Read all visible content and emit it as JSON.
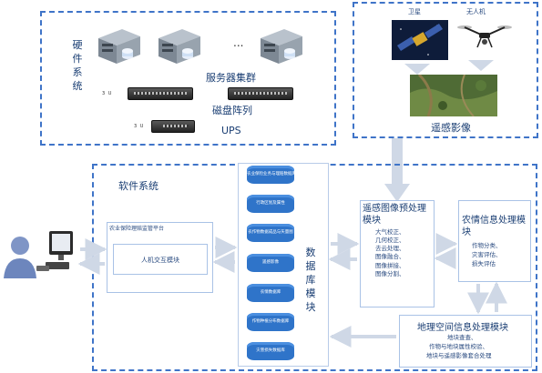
{
  "hardware": {
    "title": "硬件系统",
    "server_cluster": "服务器集群",
    "disk_array": "磁盘阵列",
    "ups": "UPS",
    "ellipsis": "...",
    "rack_label": "3 U"
  },
  "remote": {
    "satellite": "卫星",
    "drone": "无人机",
    "image_label": "遥感影像"
  },
  "software": {
    "title": "软件系统",
    "platform": {
      "title": "农业保险理赔监管平台",
      "module": "人机交互模块"
    },
    "database": {
      "label": "数据库模块",
      "items": [
        "农业保险业务与理赔数据库",
        "行政区划及属性",
        "农作物数据成品与矢量图",
        "遥感影像",
        "农情数据库",
        "作物种植分布数据库",
        "灾害损失数据库"
      ]
    },
    "preprocess": {
      "title": "遥感图像预处理模块",
      "items": [
        "大气校正、",
        "几何校正、",
        "去云处理、",
        "图像融合、",
        "图像拼接、",
        "图像分割、"
      ]
    },
    "agri": {
      "title": "农情信息处理模块",
      "items": [
        "作物分类、",
        "灾害评估、",
        "损失评估"
      ]
    },
    "geo": {
      "title": "地理空间信息处理模块",
      "items": [
        "地块查查、",
        "作物与地块属性校验、",
        "地块与遥感影像套合处理"
      ]
    }
  },
  "colors": {
    "dash": "#3f74c8",
    "db_cylinder": "#2f74c9",
    "arrow": "#cfd8e6",
    "text": "#1a3e73"
  }
}
